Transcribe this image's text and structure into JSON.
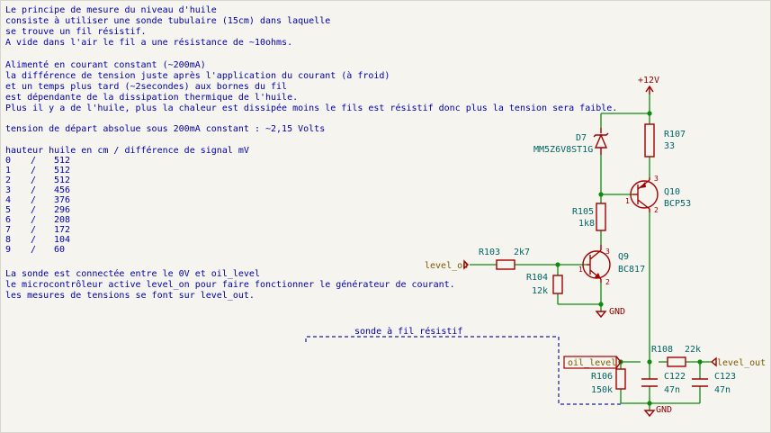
{
  "notes": {
    "intro": [
      "Le principe de mesure du niveau d'huile",
      "consiste à utiliser une sonde tubulaire (15cm) dans laquelle",
      "se trouve un fil résistif.",
      "A vide dans l'air le fil a une résistance de ~10ohms."
    ],
    "power": [
      "Alimenté en courant constant (~200mA)",
      "la différence de tension juste après l'application du courant (à froid)",
      "et un temps plus tard (~2secondes) aux bornes du fil",
      "est dépendante de la dissipation thermique de l'huile.",
      "Plus il y a de l'huile, plus la chaleur est dissipée moins le fils est résistif donc plus la tension sera faible."
    ],
    "start_voltage": "tension de départ absolue sous 200mA constant : ~2,15 Volts",
    "table_header": "hauteur huile en cm / différence de signal mV",
    "table_rows": [
      [
        "0",
        "/",
        "512"
      ],
      [
        "1",
        "/",
        "512"
      ],
      [
        "2",
        "/",
        "512"
      ],
      [
        "3",
        "/",
        "456"
      ],
      [
        "4",
        "/",
        "376"
      ],
      [
        "5",
        "/",
        "296"
      ],
      [
        "6",
        "/",
        "208"
      ],
      [
        "7",
        "/",
        "172"
      ],
      [
        "8",
        "/",
        "104"
      ],
      [
        "9",
        "/",
        "60"
      ]
    ],
    "footer": [
      "La sonde est connectée entre le 0V et oil_level",
      "le microcontrôleur active level_on pour faire fonctionner le générateur de courant.",
      "les mesures de tensions se font sur level_out."
    ]
  },
  "schematic": {
    "power": {
      "vcc": "+12V",
      "gnd_top": "GND",
      "gnd_bottom": "GND"
    },
    "labels": {
      "level_on": "level_on",
      "oil_level": "oil_level",
      "level_out": "level_out",
      "probe": "sonde à fil résistif"
    },
    "components": {
      "D7": {
        "ref": "D7",
        "value": "MM5Z6V8ST1G"
      },
      "R107": {
        "ref": "R107",
        "value": "33"
      },
      "Q10": {
        "ref": "Q10",
        "value": "BCP53"
      },
      "R105": {
        "ref": "R105",
        "value": "1k8"
      },
      "Q9": {
        "ref": "Q9",
        "value": "BC817"
      },
      "R103": {
        "ref": "R103",
        "value": "2k7"
      },
      "R104": {
        "ref": "R104",
        "value": "12k"
      },
      "R106": {
        "ref": "R106",
        "value": "150k"
      },
      "R108": {
        "ref": "R108",
        "value": "22k"
      },
      "C122": {
        "ref": "C122",
        "value": "47n"
      },
      "C123": {
        "ref": "C123",
        "value": "47n"
      }
    },
    "pins": {
      "p1": "1",
      "p2": "2",
      "p3": "3"
    }
  },
  "colors": {
    "background": "#f5f4ef",
    "text": "#0000a8",
    "wire": "#0f8a0f",
    "component": "#a00000",
    "reference": "#006464"
  }
}
